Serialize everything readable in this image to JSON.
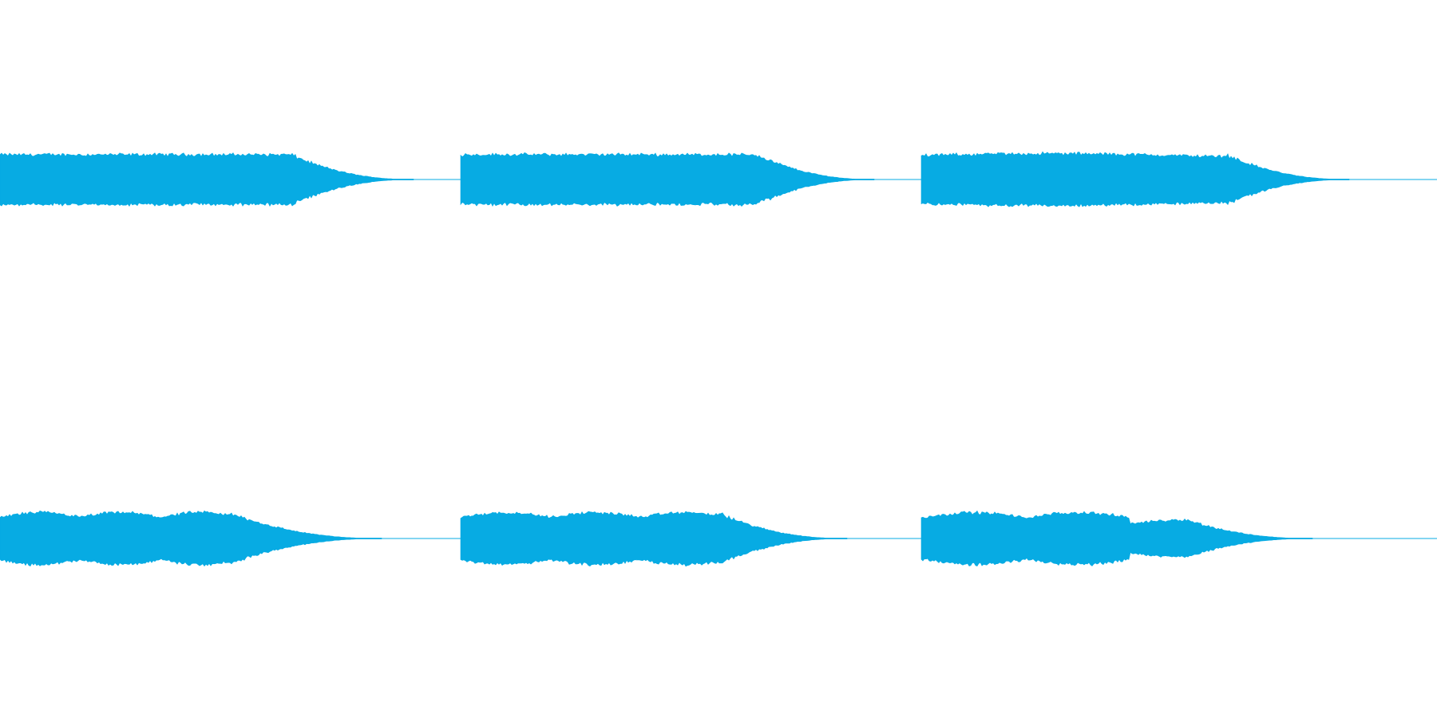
{
  "waveform": {
    "color": "#07abe3",
    "background": "#ffffff",
    "channel_count": 2,
    "clip_count_per_channel": 3,
    "channels": [
      {
        "name": "",
        "peak_level": 0.95,
        "clips": [
          {
            "sustain_fraction": 0.63,
            "tail_fraction": 0.27,
            "variation": "steady"
          },
          {
            "sustain_fraction": 0.64,
            "tail_fraction": 0.26,
            "variation": "steady"
          },
          {
            "sustain_fraction": 0.66,
            "tail_fraction": 0.27,
            "variation": "swell"
          }
        ]
      },
      {
        "name": "",
        "peak_level": 0.95,
        "clips": [
          {
            "sustain_fraction": 0.5,
            "tail_fraction": 0.33,
            "variation": "pulsing"
          },
          {
            "sustain_fraction": 0.56,
            "tail_fraction": 0.28,
            "variation": "pulsing"
          },
          {
            "sustain_fraction": 0.58,
            "tail_fraction": 0.27,
            "variation": "stepped"
          }
        ]
      }
    ]
  }
}
